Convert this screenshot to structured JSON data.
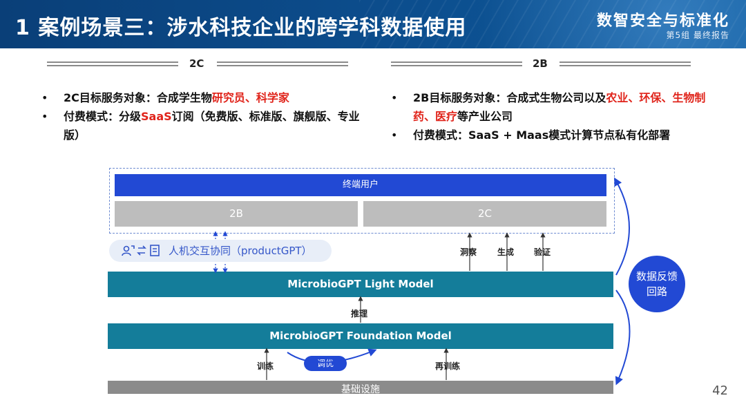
{
  "header": {
    "title": "1 案例场景三：涉水科技企业的跨学科数据使用",
    "brand": "数智安全与标准化",
    "brand_sub": "第5组  最终报告"
  },
  "sections": {
    "left": {
      "label": "2C",
      "b1_prefix": "2C目标服务对象：合成学生物",
      "b1_red": "研究员、科学家",
      "b2_prefix": "付费模式：分级",
      "b2_red": "SaaS",
      "b2_suffix": "订阅（免费版、标准版、旗舰版、专业版）"
    },
    "right": {
      "label": "2B",
      "b1_prefix": "2B目标服务对象：合成式生物公司以及",
      "b1_red1": "农业、环保、",
      "b1_red2": "生物制药、医疗",
      "b1_suffix": "等产业公司",
      "b2": "付费模式：SaaS + Maas模式计算节点私有化部署"
    }
  },
  "diagram": {
    "end_users": "终端用户",
    "box_2b": "2B",
    "box_2c": "2C",
    "interaction_label": "人机交互协同（productGPT）",
    "light_model": "MicrobioGPT Light Model",
    "foundation_model": "MicrobioGPT Foundation Model",
    "base_layer": "基础设施",
    "labels": {
      "insight": "洞察",
      "generate": "生成",
      "verify": "验证",
      "inference": "推理",
      "train": "训练",
      "tune": "调优",
      "retrain": "再训练"
    },
    "feedback": "数据反馈回路",
    "feedback_l1": "数据反馈",
    "feedback_l2": "回路"
  },
  "page": {
    "number": "42"
  }
}
